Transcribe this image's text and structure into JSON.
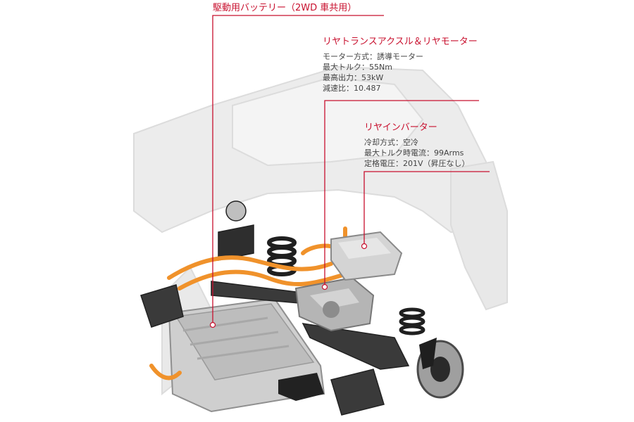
{
  "colors": {
    "accent": "#c8102e",
    "cable": "#f0922b",
    "body_ghost": "#e4e4e4",
    "metal": "#b9b9b9",
    "dark": "#2b2b2b"
  },
  "callouts": {
    "battery": {
      "title": "駆動用バッテリー（2WD 車共用）"
    },
    "rear_transaxle": {
      "title": "リヤトランスアクスル＆リヤモーター",
      "specs": [
        "モーター方式：誘導モーター",
        "最大トルク：55Nm",
        "最高出力：53kW",
        "減速比：10.487"
      ]
    },
    "rear_inverter": {
      "title": "リヤインバーター",
      "specs": [
        "冷却方式：空冷",
        "最大トルク時電流：99Arms",
        "定格電圧：201V（昇圧なし）"
      ]
    }
  }
}
